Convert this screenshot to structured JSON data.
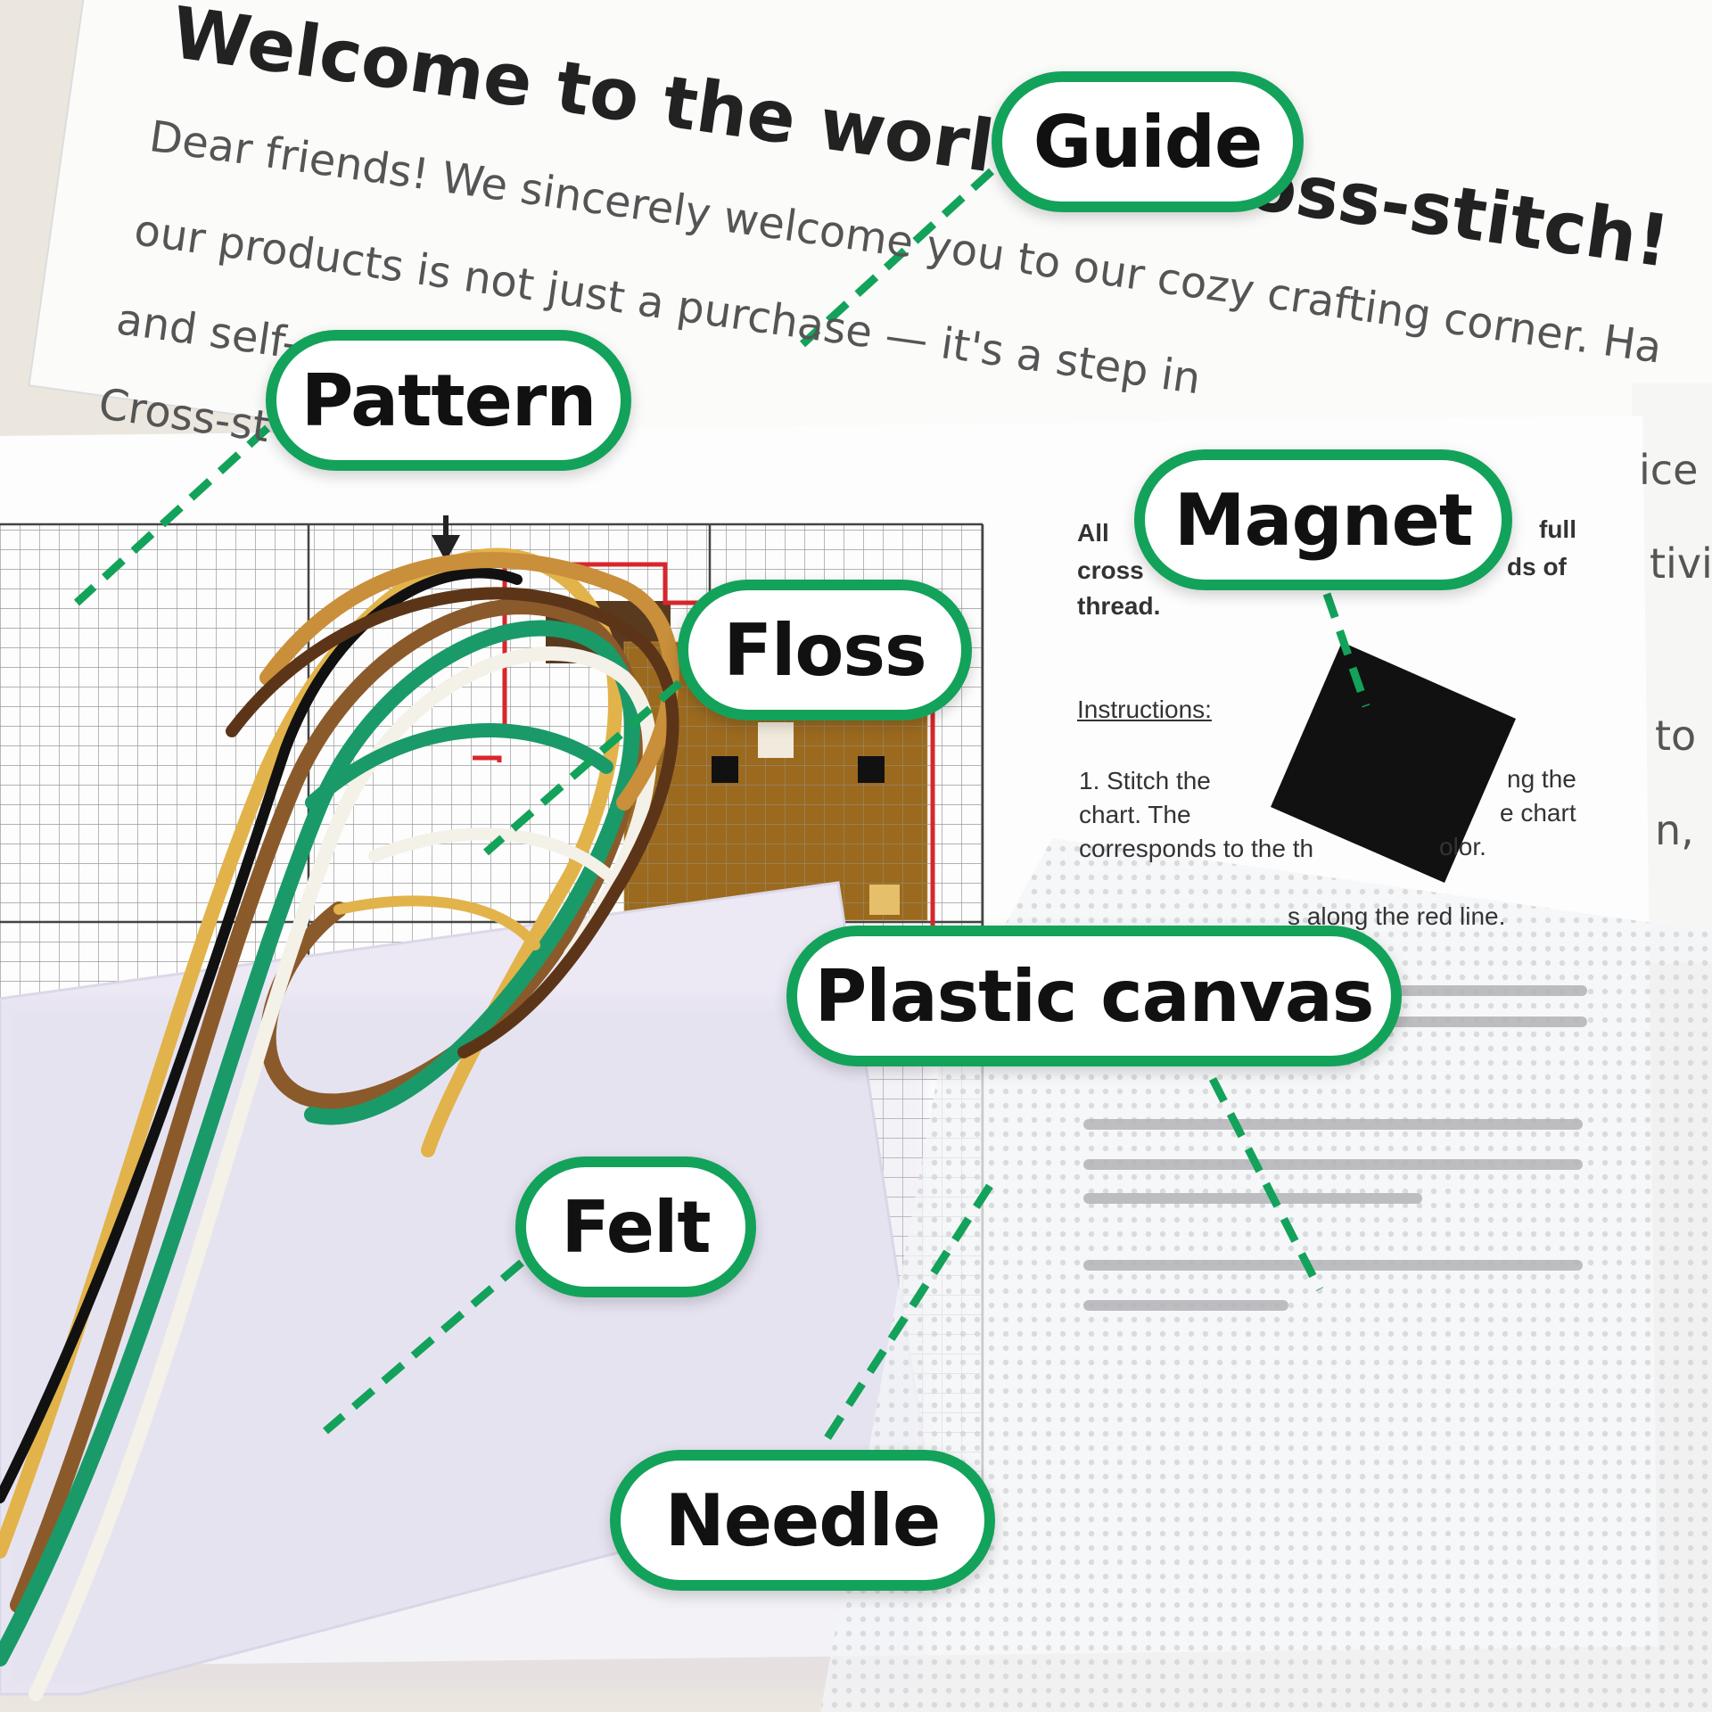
{
  "guide_sheet": {
    "heading": "Welcome to the world of cross-stitch!",
    "lines": [
      "Dear friends! We sincerely welcome you to our cozy crafting corner. Ha",
      "our products is not just a purchase — it's a step in",
      "and self-",
      "Cross-st"
    ],
    "edge_fragments": [
      "ice",
      "tivit",
      "to",
      "n,"
    ]
  },
  "instructions_sheet": {
    "intro_left": [
      "All",
      "cross",
      "thread."
    ],
    "intro_right": [
      "full",
      "ds of"
    ],
    "heading": "Instructions:",
    "step1_line1_left": "1. Stitch the",
    "step1_line1_right": "ng the",
    "step1_line2_left": "chart. The",
    "step1_line2_right": "e chart",
    "step1_line3": "corresponds to the th",
    "step1_line3_end": "olor.",
    "step2": "s along the red line."
  },
  "labels": {
    "guide": "Guide",
    "pattern": "Pattern",
    "magnet": "Magnet",
    "floss": "Floss",
    "plastic_canvas": "Plastic canvas",
    "felt": "Felt",
    "needle": "Needle"
  },
  "colors": {
    "callout_border": "#13a25a",
    "leader_line": "#13a25a",
    "floss": [
      "#1a9a68",
      "#8b5a2b",
      "#c98f3a",
      "#f4f1e8",
      "#111111",
      "#e2b34a",
      "#5c3518"
    ],
    "pattern_brown": "#9b6a1f",
    "pattern_dark": "#5a3a1e",
    "pattern_red": "#d8262b",
    "felt": "#ece9f6",
    "magnet": "#111111"
  }
}
